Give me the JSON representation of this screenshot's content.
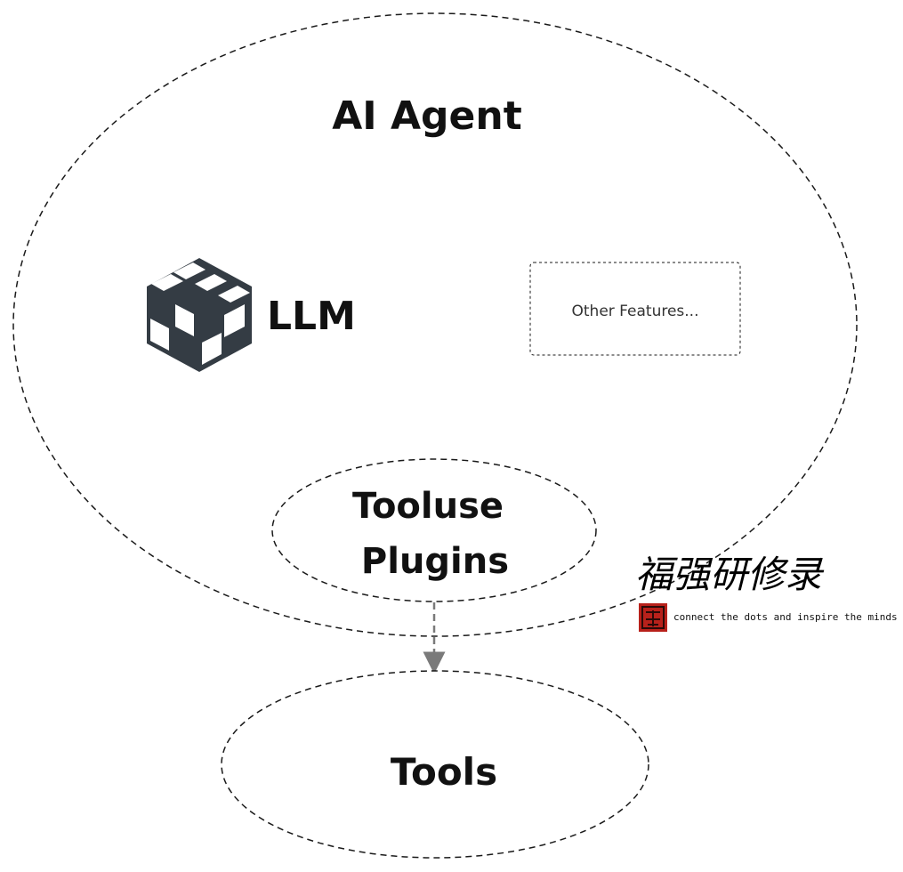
{
  "agent": {
    "title": "AI Agent"
  },
  "llm": {
    "label": "LLM",
    "icon": "cube-icon"
  },
  "features": {
    "label": "Other Features..."
  },
  "plugins": {
    "line1": "Tooluse",
    "line2": "Plugins"
  },
  "tools": {
    "label": "Tools"
  },
  "watermark": {
    "title": "福强研修录",
    "tagline": "connect the dots and inspire the minds"
  },
  "colors": {
    "stroke": "#1a1a1a",
    "cube": "#343c44",
    "arrow": "#7a7a7a",
    "seal": "#b8211b"
  }
}
